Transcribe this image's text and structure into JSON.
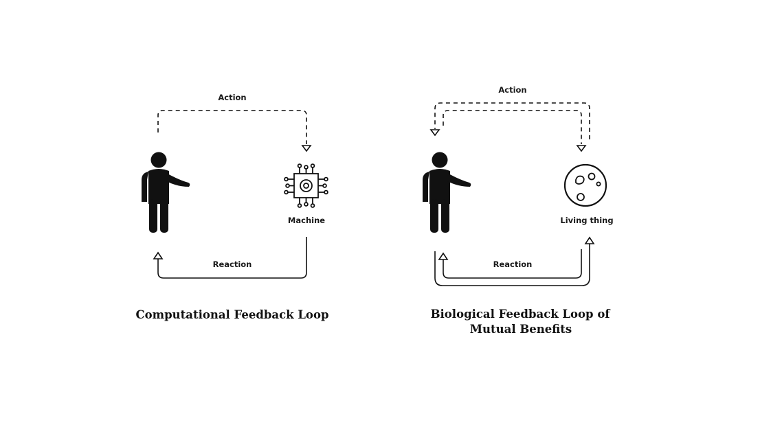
{
  "left": {
    "action_label": "Action",
    "reaction_label": "Reaction",
    "target_label": "Machine",
    "caption": "Computational Feedback Loop",
    "icons": {
      "person": "person-pointing-icon",
      "target": "microchip-icon"
    }
  },
  "right": {
    "action_label": "Action",
    "reaction_label": "Reaction",
    "target_label": "Living thing",
    "caption_line1": "Biological Feedback Loop of",
    "caption_line2": "Mutual Benefits",
    "icons": {
      "person": "person-pointing-icon",
      "target": "petri-dish-cells-icon"
    }
  },
  "colors": {
    "ink": "#111111",
    "background": "#ffffff"
  }
}
